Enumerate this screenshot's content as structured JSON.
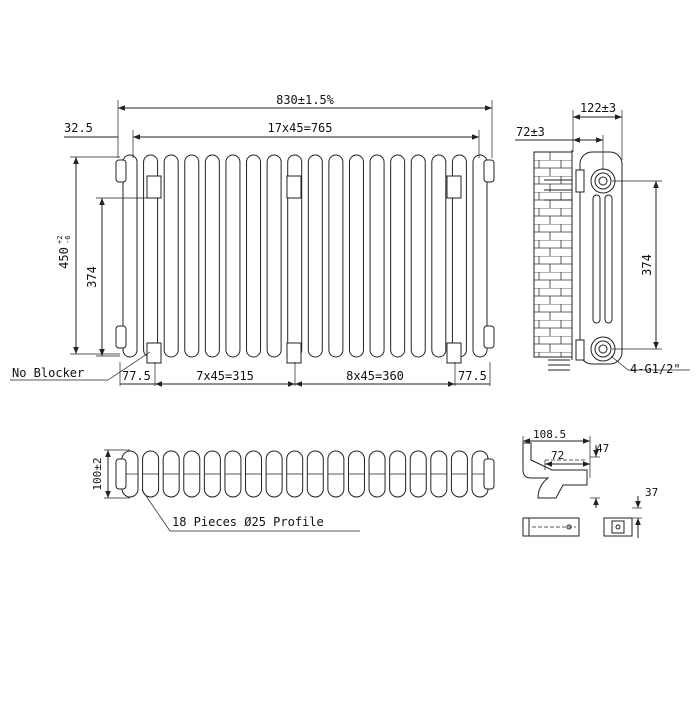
{
  "front_view": {
    "overall_width": "830±1.5%",
    "side_offset": "32.5",
    "column_pitch_total": "17x45=765",
    "overall_height": "450",
    "height_tol_plus": "+2",
    "height_tol_minus": "-6",
    "pipe_centres": "374",
    "no_blocker_label": "No Blocker",
    "bottom_left_offset": "77.5",
    "bottom_span_left": "7x45=315",
    "bottom_span_right": "8x45=360",
    "bottom_right_offset": "77.5"
  },
  "side_view": {
    "depth": "122±3",
    "wall_offset": "72±3",
    "pipe_centres": "374",
    "connections": "4-G1/2\""
  },
  "top_view": {
    "depth": "100±2",
    "profile_label": "18 Pieces Ø25 Profile"
  },
  "bracket_detail": {
    "length": "108.5",
    "inner": "72",
    "height": "47",
    "foot": "37"
  },
  "specs": {
    "column_count": 18
  }
}
